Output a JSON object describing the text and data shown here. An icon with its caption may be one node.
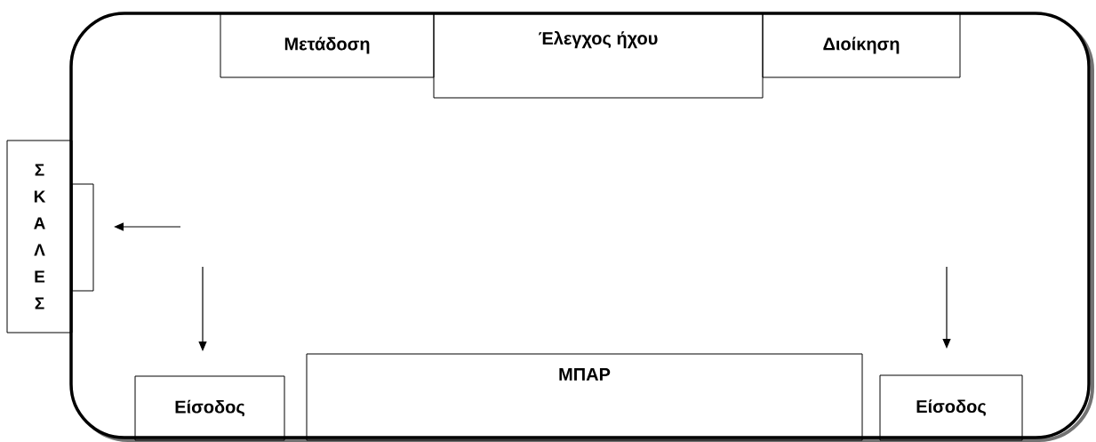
{
  "diagram": {
    "nodes": [
      {
        "text": [],
        "shape": "box"
      },
      {
        "text": [
          "Μετάδοση"
        ],
        "in": 0
      },
      {
        "text": [
          "Έλεγχος ήχου"
        ],
        "in": 0
      },
      {
        "text": [
          "Διοίκηση"
        ],
        "in": 0
      },
      {
        "text": [
          "ΣΚΑΛΕΣ"
        ]
      },
      {
        "text": [],
        "shape": "box",
        "in": 0
      },
      {
        "text": [
          "Είσοδος"
        ],
        "in": 0
      },
      {
        "text": [
          "ΜΠΑΡ"
        ],
        "in": 0
      },
      {
        "text": [
          "Είσοδος"
        ],
        "in": 0
      }
    ]
  }
}
